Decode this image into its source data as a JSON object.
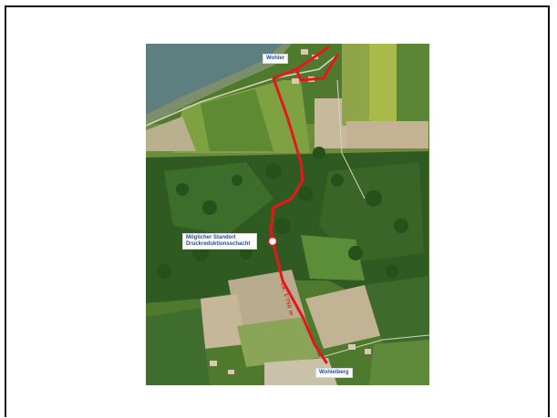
{
  "map": {
    "type": "aerial-photo",
    "labels": {
      "wohler": "Wohler",
      "standort_line1": "Möglicher Standort",
      "standort_line2": "Druckreduktionsschacht",
      "wohleiberg": "Wohleiberg"
    },
    "distance_label": "ca. 1'750 m",
    "route_color": "#e8161b",
    "marker_color": "#ffffff"
  }
}
